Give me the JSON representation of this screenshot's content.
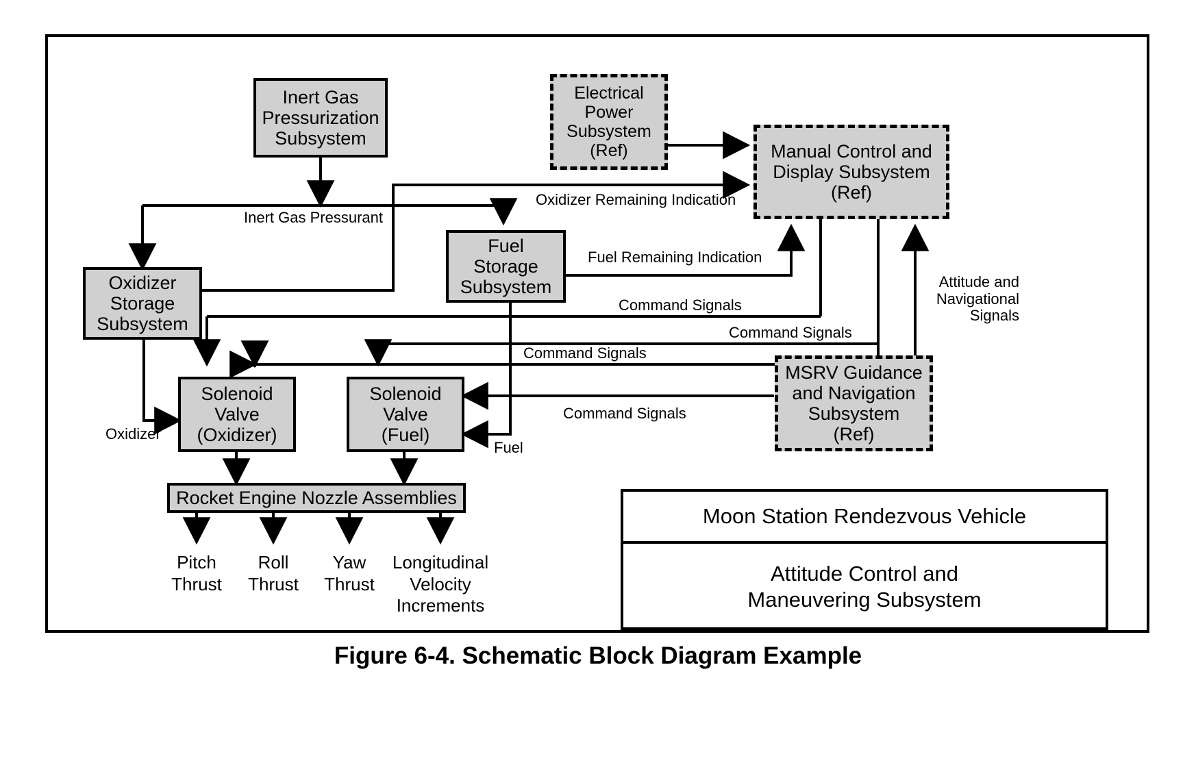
{
  "figure": {
    "caption": "Figure 6-4. Schematic Block Diagram Example"
  },
  "title_block": {
    "vehicle": "Moon Station Rendezvous Vehicle",
    "subsystem": "Attitude Control and\nManeuvering Subsystem",
    "subsystem_line1": "Attitude Control and",
    "subsystem_line2": "Maneuvering Subsystem"
  },
  "colors": {
    "block_fill": "#d0d0d0",
    "line": "#000000",
    "background": "#ffffff"
  },
  "blocks": [
    {
      "id": "inert_gas",
      "label": "Inert Gas\nPressurization\nSubsystem",
      "style": "solid",
      "fill": "#d0d0d0"
    },
    {
      "id": "elec_power",
      "label": "Electrical\nPower\nSubsystem\n(Ref)",
      "style": "dashed",
      "fill": "#d0d0d0"
    },
    {
      "id": "manual_ctrl",
      "label": "Manual Control and\nDisplay Subsystem\n(Ref)",
      "style": "dashed",
      "fill": "#d0d0d0"
    },
    {
      "id": "oxid_storage",
      "label": "Oxidizer\nStorage\nSubsystem",
      "style": "solid",
      "fill": "#d0d0d0"
    },
    {
      "id": "fuel_storage",
      "label": "Fuel\nStorage\nSubsystem",
      "style": "solid",
      "fill": "#d0d0d0"
    },
    {
      "id": "msrv_gnc",
      "label": "MSRV Guidance\nand Navigation\nSubsystem\n(Ref)",
      "style": "dashed",
      "fill": "#d0d0d0"
    },
    {
      "id": "sv_oxid",
      "label": "Solenoid\nValve\n(Oxidizer)",
      "style": "solid",
      "fill": "#d0d0d0"
    },
    {
      "id": "sv_fuel",
      "label": "Solenoid\nValve\n(Fuel)",
      "style": "solid",
      "fill": "#d0d0d0"
    },
    {
      "id": "nozzles",
      "label": "Rocket Engine Nozzle Assemblies",
      "style": "solid",
      "fill": "#d0d0d0"
    }
  ],
  "block_text": {
    "inert_gas_l1": "Inert Gas",
    "inert_gas_l2": "Pressurization",
    "inert_gas_l3": "Subsystem",
    "elec_power_l1": "Electrical",
    "elec_power_l2": "Power",
    "elec_power_l3": "Subsystem",
    "elec_power_l4": "(Ref)",
    "manual_ctrl_l1": "Manual Control and",
    "manual_ctrl_l2": "Display Subsystem",
    "manual_ctrl_l3": "(Ref)",
    "oxid_storage_l1": "Oxidizer",
    "oxid_storage_l2": "Storage",
    "oxid_storage_l3": "Subsystem",
    "fuel_storage_l1": "Fuel",
    "fuel_storage_l2": "Storage",
    "fuel_storage_l3": "Subsystem",
    "msrv_l1": "MSRV Guidance",
    "msrv_l2": "and Navigation",
    "msrv_l3": "Subsystem",
    "msrv_l4": "(Ref)",
    "sv_oxid_l1": "Solenoid",
    "sv_oxid_l2": "Valve",
    "sv_oxid_l3": "(Oxidizer)",
    "sv_fuel_l1": "Solenoid",
    "sv_fuel_l2": "Valve",
    "sv_fuel_l3": "(Fuel)",
    "nozzles_l1": "Rocket Engine Nozzle Assemblies"
  },
  "flow_labels": {
    "inert_gas_pressurant": "Inert Gas Pressurant",
    "oxidizer_remaining": "Oxidizer Remaining Indication",
    "fuel_remaining": "Fuel Remaining Indication",
    "command_signals_1": "Command Signals",
    "command_signals_2": "Command Signals",
    "command_signals_3": "Command Signals",
    "command_signals_4": "Command Signals",
    "attitude_nav_l1": "Attitude and",
    "attitude_nav_l2": "Navigational",
    "attitude_nav_l3": "Signals",
    "oxidizer": "Oxidizer",
    "fuel": "Fuel"
  },
  "outputs": [
    {
      "l1": "Pitch",
      "l2": "Thrust",
      "l3": ""
    },
    {
      "l1": "Roll",
      "l2": "Thrust",
      "l3": ""
    },
    {
      "l1": "Yaw",
      "l2": "Thrust",
      "l3": ""
    },
    {
      "l1": "Longitudinal",
      "l2": "Velocity",
      "l3": "Increments"
    }
  ]
}
